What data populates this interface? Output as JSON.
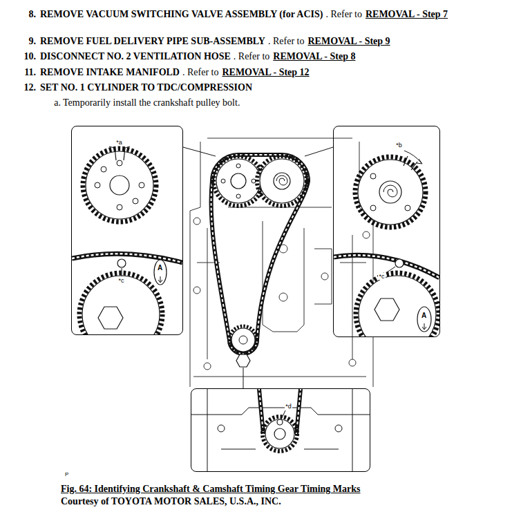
{
  "diagram": {
    "caption": "Fig. 64: Identifying Crankshaft & Camshaft Timing Gear Timing Marks",
    "nodes": [
      {
        "text": [
          "*a",
          "*c",
          "A"
        ]
      },
      {
        "text": [
          "*b",
          "*c",
          "A"
        ]
      },
      {
        "text": [
          "*d"
        ]
      }
    ],
    "labels": [
      "8.",
      "REMOVE VACUUM SWITCHING VALVE ASSEMBLY (for ACIS)",
      ". Refer to",
      "REMOVAL - Step 7",
      "9.",
      "REMOVE FUEL DELIVERY PIPE SUB-ASSEMBLY",
      ". Refer to",
      "REMOVAL - Step 9",
      "10.",
      "DISCONNECT NO. 2 VENTILATION HOSE",
      ". Refer to",
      "REMOVAL - Step 8",
      "11.",
      "REMOVE INTAKE MANIFOLD",
      ". Refer to",
      "REMOVAL - Step 12",
      "12.",
      "SET NO. 1 CYLINDER TO TDC/COMPRESSION",
      "a.",
      "Temporarily install the crankshaft pulley bolt.",
      "P",
      "Courtesy of TOYOTA MOTOR SALES, U.S.A., INC."
    ]
  }
}
